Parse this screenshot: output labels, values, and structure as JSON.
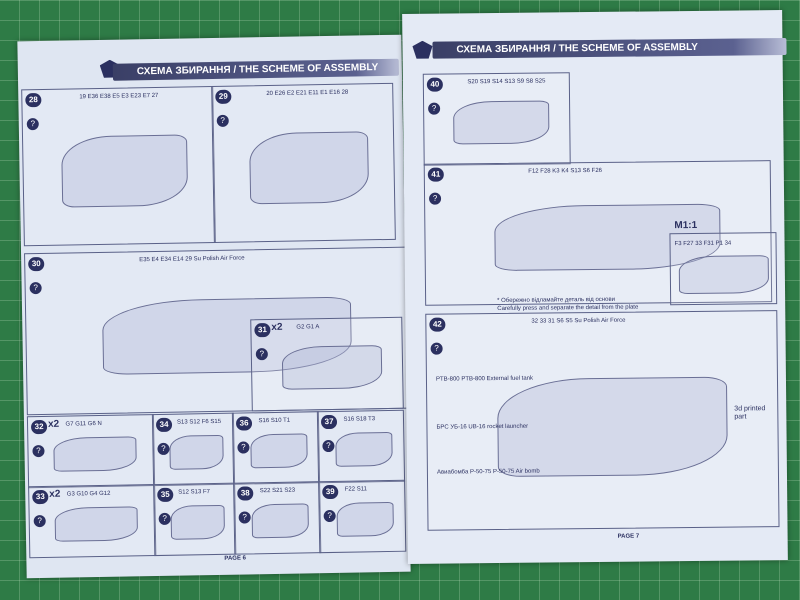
{
  "header_title": "СХЕМА ЗБИРАННЯ / THE SCHEME OF ASSEMBLY",
  "left_page": {
    "page_label": "PAGE 6",
    "steps": [
      {
        "number": "28",
        "multiplier": "",
        "parts": "19 E36 E38 E5 E3 E23 E7 27"
      },
      {
        "number": "29",
        "multiplier": "",
        "parts": "20 E26 E2 E21 E11 E1 E16 28"
      },
      {
        "number": "30",
        "multiplier": "",
        "parts": "E35 E4 E34 E14 29 Su Polish Air Force"
      },
      {
        "number": "31",
        "multiplier": "x2",
        "parts": "G2 G1 A"
      },
      {
        "number": "32",
        "multiplier": "x2",
        "parts": "G7 G11 G6 N"
      },
      {
        "number": "34",
        "multiplier": "",
        "parts": "S13 S12 F6 S15"
      },
      {
        "number": "36",
        "multiplier": "",
        "parts": "S16 S10 T1"
      },
      {
        "number": "37",
        "multiplier": "",
        "parts": "S16 S18 T3"
      },
      {
        "number": "33",
        "multiplier": "x2",
        "parts": "G3 G10 G4 G12"
      },
      {
        "number": "35",
        "multiplier": "",
        "parts": "S12 S13 F7"
      },
      {
        "number": "38",
        "multiplier": "",
        "parts": "S22 S21 S23"
      },
      {
        "number": "39",
        "multiplier": "",
        "parts": "F22 S11"
      }
    ]
  },
  "right_page": {
    "page_label": "PAGE 7",
    "steps": [
      {
        "number": "40",
        "multiplier": "",
        "parts": "S20 S19 S14 S13 S9 S8 S25"
      },
      {
        "number": "41",
        "multiplier": "",
        "parts": "F12 F28 K3 K4 S13 S6 F26"
      },
      {
        "number": "42",
        "multiplier": "",
        "parts": "32 33 31 S6 S5 Su Polish Air Force"
      }
    ],
    "scale_label": "M1:1",
    "scale_parts": "F3 F27 33 F31 P1 34",
    "note_ua": "* Обережно відламайте деталь від основи",
    "note_en": "Carefully press and separate the detail from the plate",
    "callouts": [
      "PTB-800 PTB-800 External fuel tank",
      "БРС УБ-16 UB-16 rocket launcher",
      "Авиабомба Р-50-75 P-50-75 Air bomb",
      "3d printed part"
    ]
  }
}
